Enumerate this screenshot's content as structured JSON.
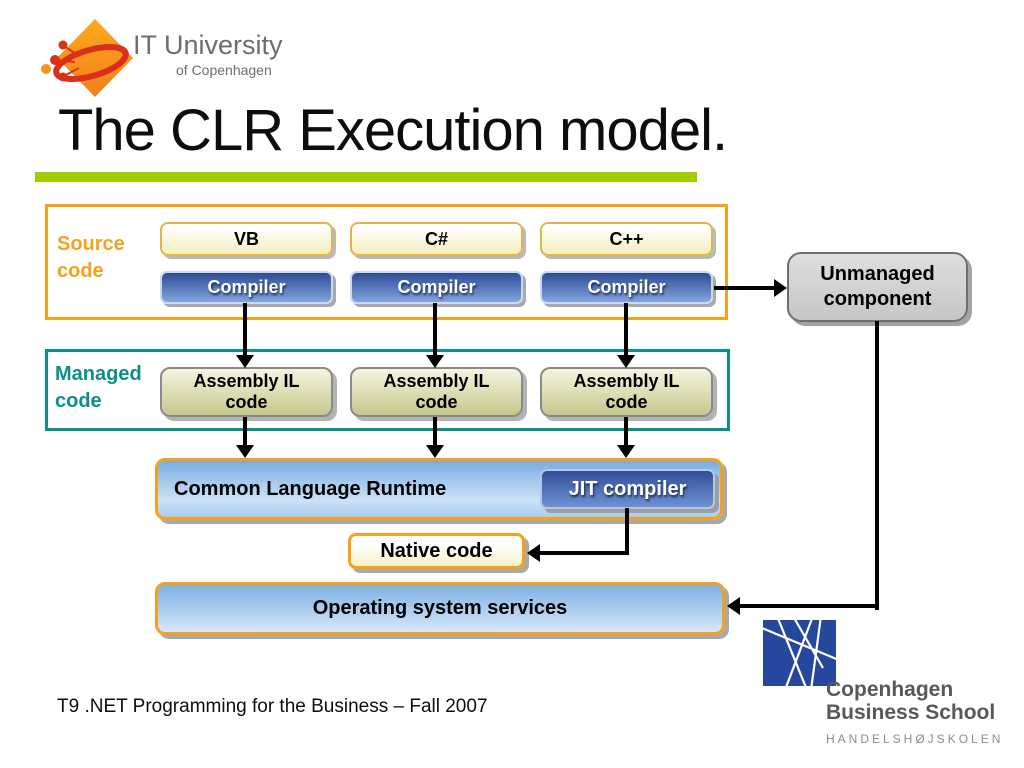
{
  "header": {
    "logo_title": "IT University",
    "logo_subtitle": "of Copenhagen",
    "title": "The CLR Execution model."
  },
  "diagram": {
    "source_group_label": "Source code",
    "managed_group_label": "Managed code",
    "languages": [
      "VB",
      "C#",
      "C++"
    ],
    "compilers": [
      "Compiler",
      "Compiler",
      "Compiler"
    ],
    "assemblies": [
      "Assembly IL code",
      "Assembly IL code",
      "Assembly IL code"
    ],
    "clr_label": "Common Language Runtime",
    "jit_label": "JIT compiler",
    "native_label": "Native code",
    "os_label": "Operating system services",
    "unmanaged_label": "Unmanaged component"
  },
  "footer": {
    "text": "T9 .NET Programming for the Business – Fall 2007"
  },
  "cbs": {
    "line1": "Copenhagen",
    "line2": "Business School",
    "line3": "HANDELSHØJSKOLEN"
  },
  "colors": {
    "accent_orange": "#F5A21B",
    "managed_teal": "#0A8F8A",
    "title_bar_green": "#A1CC00",
    "compiler_blue": "#2E4C96",
    "runtime_blue": "#7FB0E4",
    "language_cream": "#F6EEBC",
    "assembly_olive": "#C6C68C",
    "unmanaged_gray": "#CFCFCF",
    "itu_orange": "#F7941E",
    "itu_red": "#DA2F1B",
    "cbs_blue": "#26489C"
  }
}
